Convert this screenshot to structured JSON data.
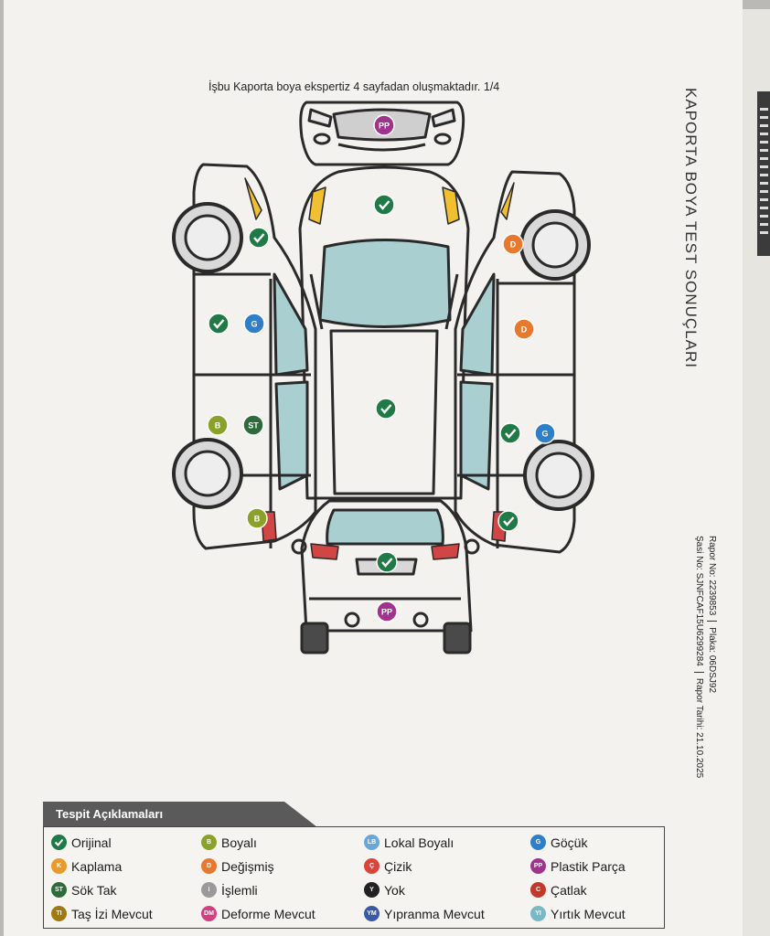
{
  "header_note": "İşbu Kaporta boya ekspertiz 4 sayfadan oluşmaktadır. 1/4",
  "side_title": "KAPORTA BOYA TEST SONUÇLARI",
  "report": {
    "rapor_no": "Rapor No: 2239853",
    "plaka": "Plaka: 06DSJ92",
    "sasi_no": "Şasi No: SJNFCAF15U6299284",
    "rapor_tarihi": "Rapor Tarihi: 21.10.2025"
  },
  "colors": {
    "orijinal": "#1f7a45",
    "boyali": "#8aa22a",
    "degismis": "#e8782d",
    "gocuk": "#2f7fc8",
    "plastik": "#a0348c",
    "sok_tak": "#2e6b3a",
    "lokal": "#6aa6d6",
    "cizik": "#d9453b",
    "catlak": "#c0392b",
    "yok": "#222222",
    "kaplama": "#e89a2c",
    "islemli": "#9a9a9a",
    "tas": "#a07a10",
    "deforme": "#d14080",
    "ypranma": "#3a5aa8",
    "yirtik": "#7ab8c8"
  },
  "markers": [
    {
      "id": "front-bumper",
      "code": "PP",
      "type": "plastik"
    },
    {
      "id": "hood",
      "code": "",
      "type": "orijinal"
    },
    {
      "id": "left-front-fender",
      "code": "",
      "type": "orijinal"
    },
    {
      "id": "left-front-door-outer",
      "code": "",
      "type": "orijinal"
    },
    {
      "id": "left-front-door-inner",
      "code": "G",
      "type": "gocuk"
    },
    {
      "id": "left-rear-door-outer",
      "code": "B",
      "type": "boyali"
    },
    {
      "id": "left-rear-door-inner",
      "code": "ST",
      "type": "sok_tak"
    },
    {
      "id": "left-rear-fender",
      "code": "B",
      "type": "boyali"
    },
    {
      "id": "roof",
      "code": "",
      "type": "orijinal"
    },
    {
      "id": "right-front-fender",
      "code": "D",
      "type": "degismis"
    },
    {
      "id": "right-front-door",
      "code": "D",
      "type": "degismis"
    },
    {
      "id": "right-rear-door-inner",
      "code": "",
      "type": "orijinal"
    },
    {
      "id": "right-rear-door-outer",
      "code": "G",
      "type": "gocuk"
    },
    {
      "id": "right-rear-fender",
      "code": "",
      "type": "orijinal"
    },
    {
      "id": "trunk",
      "code": "",
      "type": "orijinal"
    },
    {
      "id": "rear-bumper",
      "code": "PP",
      "type": "plastik"
    }
  ],
  "legend": {
    "title": "Tespit Açıklamaları",
    "items": [
      {
        "label": "Orijinal",
        "code": "",
        "color": "#1f7a45"
      },
      {
        "label": "Kaplama",
        "code": "K",
        "color": "#e89a2c"
      },
      {
        "label": "Sök Tak",
        "code": "ST",
        "color": "#2e6b3a"
      },
      {
        "label": "Taş İzi Mevcut",
        "code": "TI",
        "color": "#a07a10"
      },
      {
        "label": "Boyalı",
        "code": "B",
        "color": "#8aa22a"
      },
      {
        "label": "Değişmiş",
        "code": "D",
        "color": "#e8782d"
      },
      {
        "label": "İşlemli",
        "code": "I",
        "color": "#9a9a9a"
      },
      {
        "label": "Deforme Mevcut",
        "code": "DM",
        "color": "#d14080"
      },
      {
        "label": "Lokal Boyalı",
        "code": "LB",
        "color": "#6aa6d6"
      },
      {
        "label": "Çizik",
        "code": "Ç",
        "color": "#d9453b"
      },
      {
        "label": "Yok",
        "code": "Y",
        "color": "#222222"
      },
      {
        "label": "Yıpranma Mevcut",
        "code": "YM",
        "color": "#3a5aa8"
      },
      {
        "label": "Göçük",
        "code": "G",
        "color": "#2f7fc8"
      },
      {
        "label": "Plastik Parça",
        "code": "PP",
        "color": "#a0348c"
      },
      {
        "label": "Çatlak",
        "code": "C",
        "color": "#c0392b"
      },
      {
        "label": "Yırtık Mevcut",
        "code": "YI",
        "color": "#7ab8c8"
      }
    ]
  }
}
